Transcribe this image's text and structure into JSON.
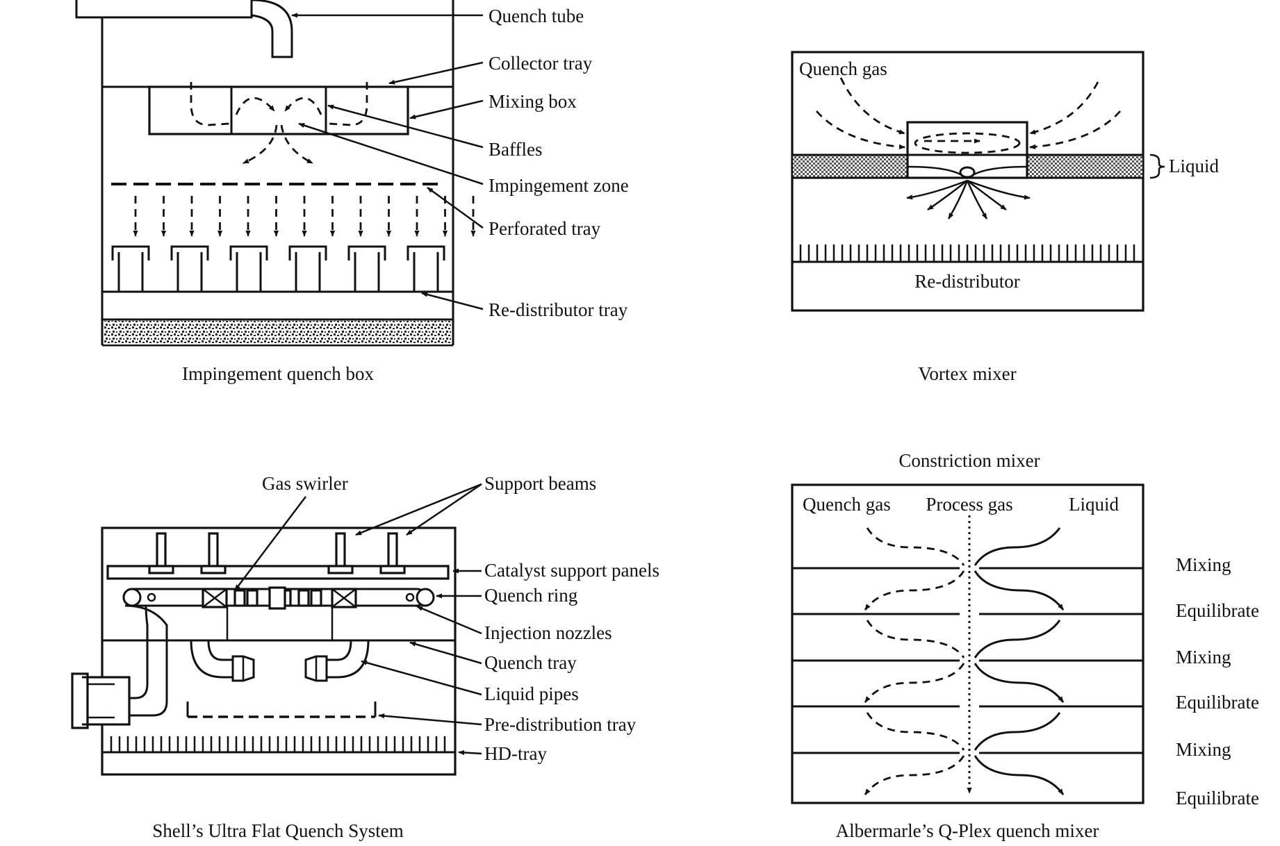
{
  "panels": {
    "impingement": {
      "caption": "Impingement quench box",
      "labels": {
        "quench_tube": "Quench tube",
        "collector_tray": "Collector tray",
        "mixing_box": "Mixing box",
        "baffles": "Baffles",
        "impingement_zone": "Impingement zone",
        "perforated_tray": "Perforated tray",
        "redistributor_tray": "Re-distributor tray"
      }
    },
    "vortex": {
      "caption": "Vortex mixer",
      "labels": {
        "quench_gas": "Quench gas",
        "liquid": "Liquid",
        "redistributor": "Re-distributor"
      }
    },
    "shell": {
      "caption": "Shell’s Ultra Flat Quench System",
      "labels": {
        "gas_swirler": "Gas swirler",
        "support_beams": "Support beams",
        "catalyst_support_panels": "Catalyst support panels",
        "quench_ring": "Quench ring",
        "injection_nozzles": "Injection nozzles",
        "quench_tray": "Quench tray",
        "liquid_pipes": "Liquid pipes",
        "predistribution_tray": "Pre-distribution tray",
        "hd_tray": "HD-tray"
      }
    },
    "qplex": {
      "title": "Constriction mixer",
      "caption": "Albermarle’s Q-Plex quench mixer",
      "labels": {
        "quench_gas": "Quench gas",
        "process_gas": "Process gas",
        "liquid": "Liquid"
      },
      "stages": [
        "Mixing",
        "Equilibrate",
        "Mixing",
        "Equilibrate",
        "Mixing",
        "Equilibrate"
      ]
    }
  }
}
